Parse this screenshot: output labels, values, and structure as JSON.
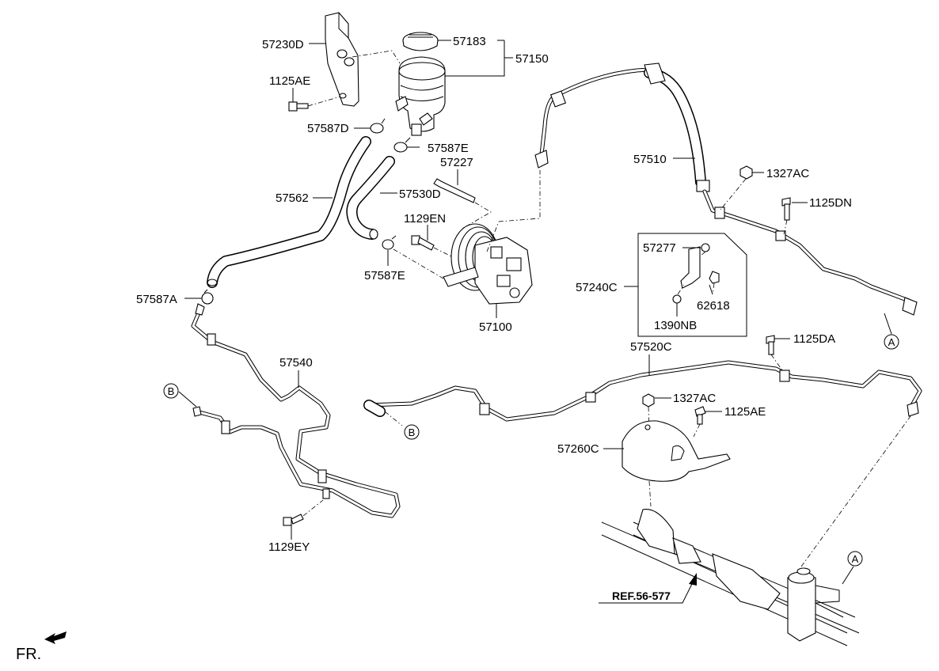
{
  "labels": {
    "p57230D": "57230D",
    "p57183": "57183",
    "p57150": "57150",
    "p1125AE_top": "1125AE",
    "p57587D": "57587D",
    "p57587E_top": "57587E",
    "p57227": "57227",
    "p57562": "57562",
    "p57530D": "57530D",
    "p1129EN": "1129EN",
    "p57587E_bottom": "57587E",
    "p57100": "57100",
    "p57587A": "57587A",
    "p57510": "57510",
    "p1327AC_top": "1327AC",
    "p1125DN": "1125DN",
    "p57277": "57277",
    "p57240C": "57240C",
    "p62618": "62618",
    "p1390NB": "1390NB",
    "p1125DA": "1125DA",
    "p57520C": "57520C",
    "p57540": "57540",
    "p1327AC_bottom": "1327AC",
    "p1125AE_bottom": "1125AE",
    "p57260C": "57260C",
    "p1129EY": "1129EY"
  },
  "callouts": {
    "a_right": "A",
    "a_gear": "A",
    "b_left": "B",
    "b_center": "B"
  },
  "reference": "REF.56-577",
  "orientation": "FR."
}
